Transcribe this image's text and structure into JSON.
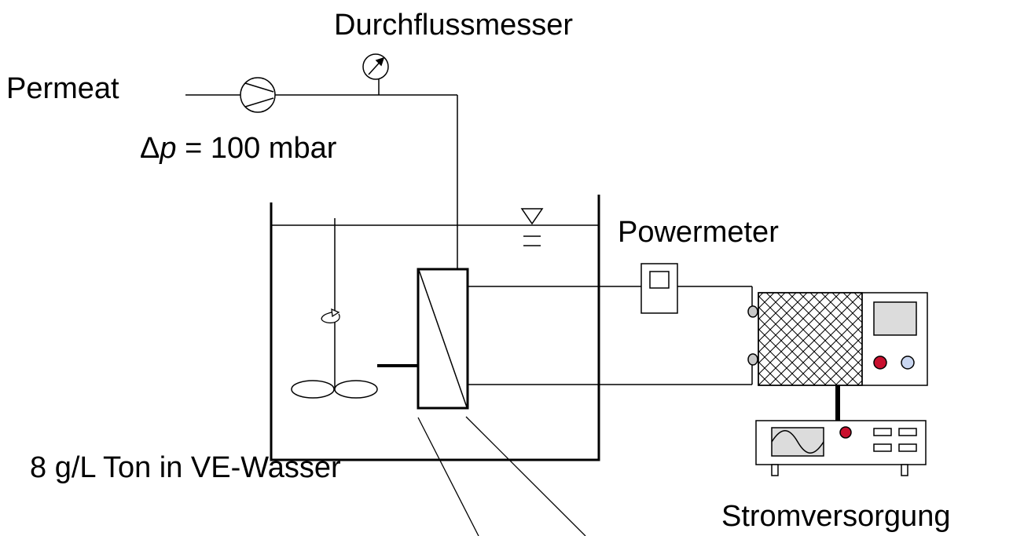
{
  "labels": {
    "flowmeter": "Durchflussmesser",
    "permeate": "Permeat",
    "pressure_symbol": "Δ",
    "pressure_var": "p",
    "pressure_value": " = 100 mbar",
    "powermeter": "Powermeter",
    "suspension": "8 g/L Ton in VE-Wasser",
    "power_supply": "Stromversorgung"
  },
  "icons": {
    "pump": "pump-icon",
    "flowmeter": "flowmeter-gauge-icon",
    "water_level": "water-level-icon",
    "stirrer": "stirrer-icon",
    "rotation": "rotation-arrow-icon",
    "flow_arrow": "flow-arrow-icon",
    "membrane": "membrane-module-icon",
    "powermeter": "powermeter-icon",
    "power_supply": "power-supply-icon",
    "function_generator": "function-generator-icon"
  },
  "colors": {
    "line": "#000000",
    "button_red": "#c8102e",
    "button_blue": "#c9d6f0",
    "display_gray": "#dcdcdc",
    "terminal_gray": "#c8c8c8"
  }
}
